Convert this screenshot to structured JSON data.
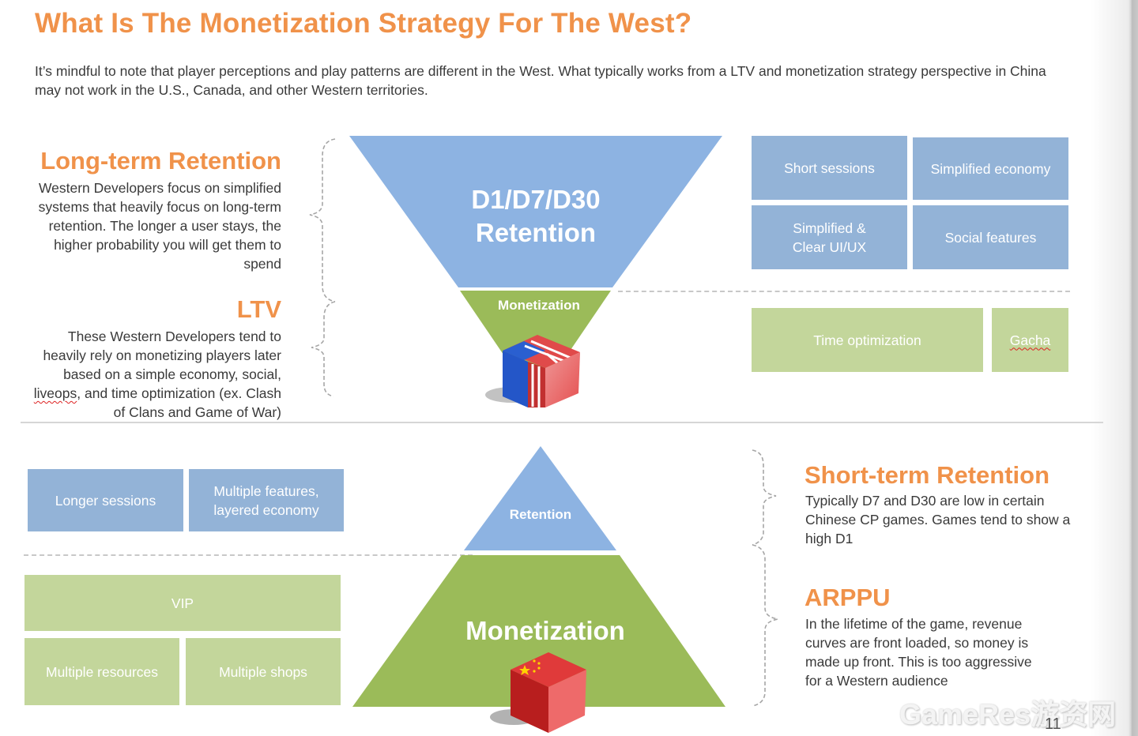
{
  "slide": {
    "title": "What Is The Monetization Strategy For The West?",
    "intro": "It’s mindful to note that player perceptions and play patterns are different in the West. What typically works from a LTV and monetization strategy perspective in China may not work in the U.S., Canada, and other Western territories.",
    "page_number": "11",
    "watermark": "GameRes游资网"
  },
  "west": {
    "long_term": {
      "heading": "Long-term Retention",
      "body": "Western Developers focus on simplified systems that heavily focus on long-term retention. The longer a user stays, the higher probability you will get them to spend"
    },
    "ltv": {
      "heading": "LTV",
      "body_pre": "These Western Developers tend to heavily rely on monetizing players later based on a simple economy, social, ",
      "body_flag": "liveops",
      "body_post": ", and time optimization (ex. Clash of Clans and  Game of War)"
    },
    "funnel": {
      "top_line1": "D1/D7/D30",
      "top_line2": "Retention",
      "bottom": "Monetization",
      "flag": "us-flag-cube"
    },
    "retention_features": [
      "Short sessions",
      "Simplified economy",
      "Simplified & Clear UI/UX",
      "Social features"
    ],
    "monetization_features": [
      "Time optimization",
      "Gacha"
    ]
  },
  "china": {
    "pyramid": {
      "top": "Retention",
      "bottom": "Monetization",
      "flag": "china-flag-cube"
    },
    "retention_features": [
      "Longer sessions",
      "Multiple features, layered economy"
    ],
    "monetization_features": [
      "VIP",
      "Multiple resources",
      "Multiple shops"
    ],
    "short_term": {
      "heading": "Short-term Retention",
      "body": "Typically D7 and D30 are low in certain Chinese CP games. Games tend to show a high D1"
    },
    "arppu": {
      "heading": "ARPPU",
      "body": "In the lifetime of the game, revenue curves are front loaded, so money is made up front. This is too aggressive for a Western audience"
    }
  },
  "colors": {
    "accent_orange": "#f0924a",
    "retention_blue": "#8db3e2",
    "box_blue": "#93b3d7",
    "monetization_green": "#9bbb59",
    "box_green": "#c3d69b"
  }
}
